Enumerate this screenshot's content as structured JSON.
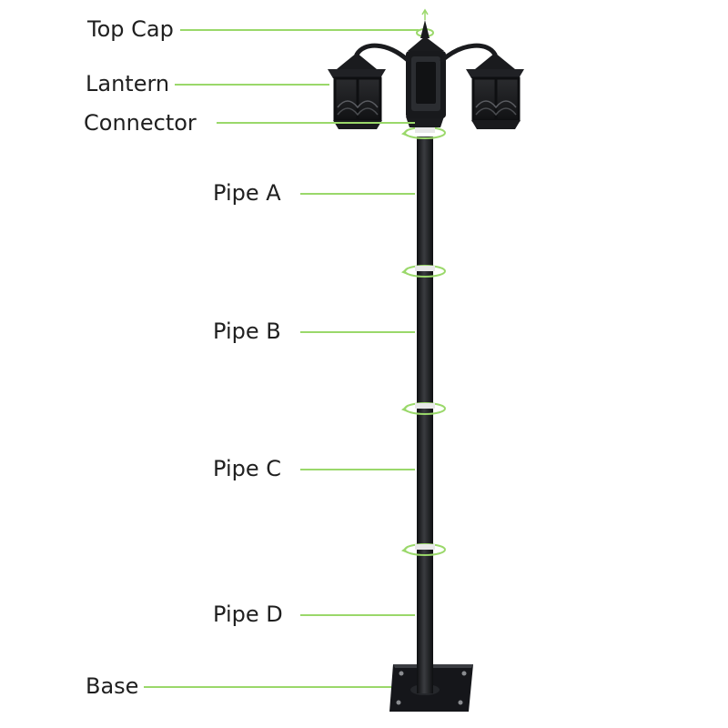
{
  "accent_color": "#9ad86a",
  "pole_color": "#1e1f22",
  "parts": [
    {
      "key": "top_cap",
      "label": "Top Cap"
    },
    {
      "key": "lantern",
      "label": "Lantern"
    },
    {
      "key": "connector",
      "label": "Connector"
    },
    {
      "key": "pipe_a",
      "label": "Pipe A"
    },
    {
      "key": "pipe_b",
      "label": "Pipe B"
    },
    {
      "key": "pipe_c",
      "label": "Pipe C"
    },
    {
      "key": "pipe_d",
      "label": "Pipe D"
    },
    {
      "key": "base",
      "label": "Base"
    }
  ]
}
